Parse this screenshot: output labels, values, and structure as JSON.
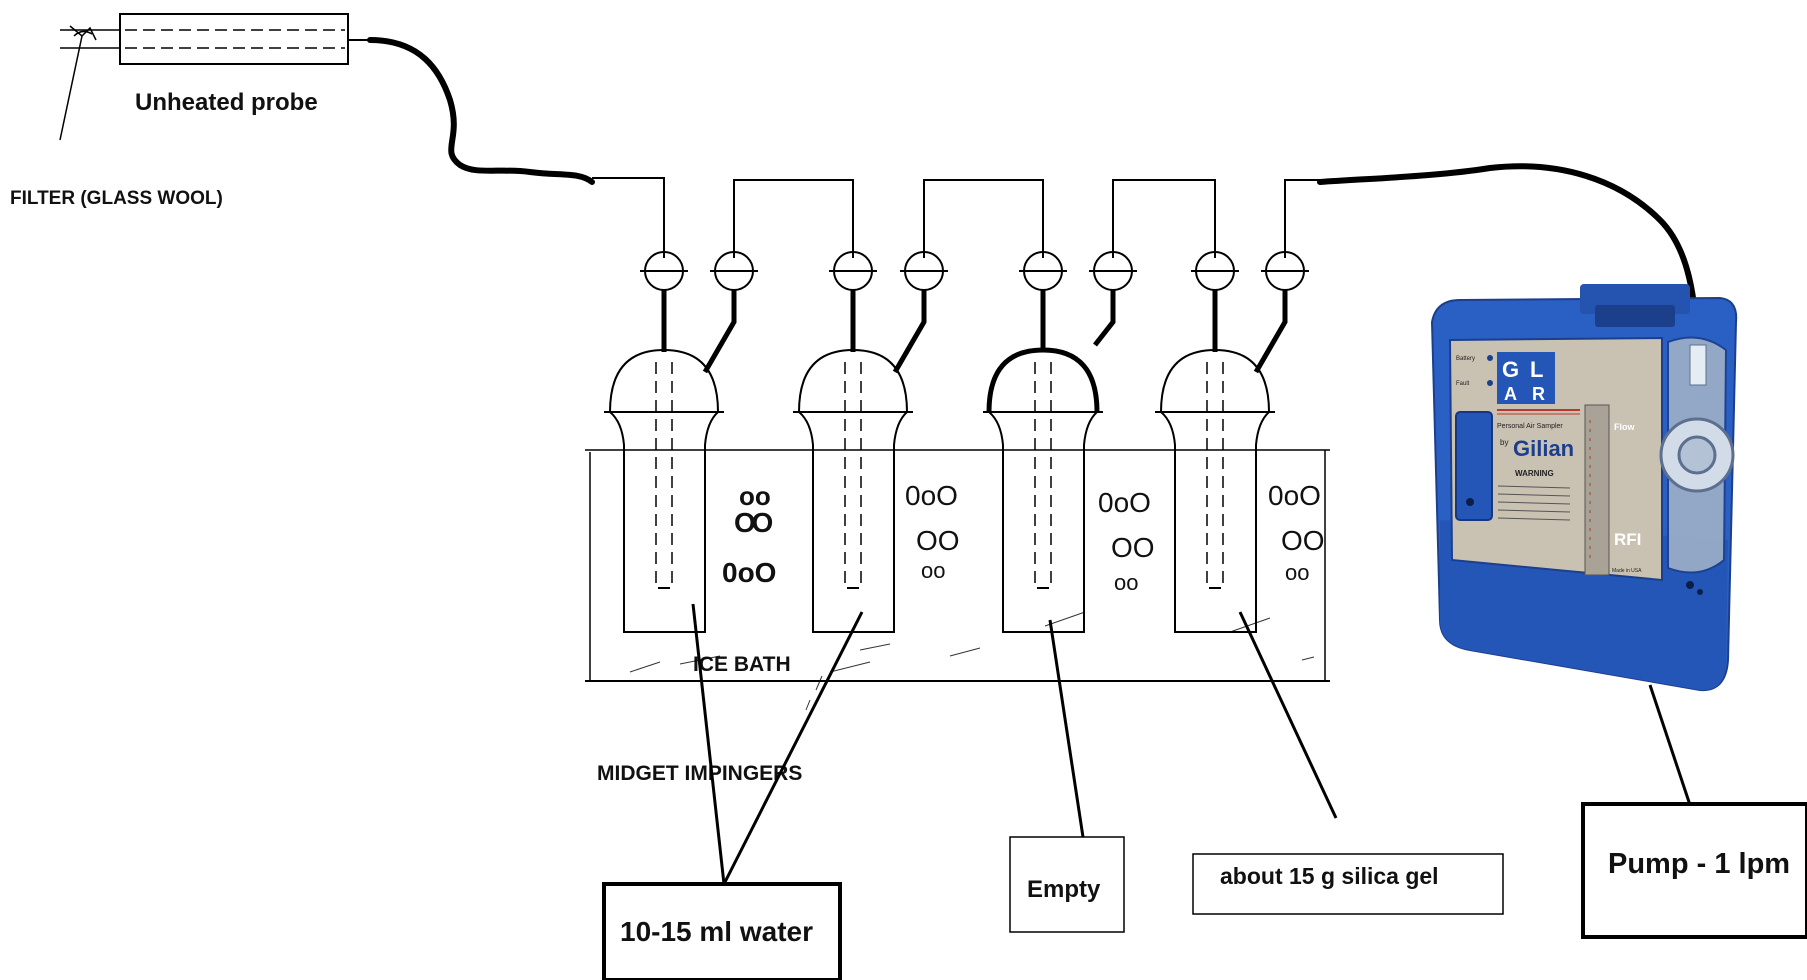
{
  "labels": {
    "probe": "Unheated probe",
    "filter": "FILTER (GLASS WOOL)",
    "ice_bath": "ICE BATH",
    "impingers": "MIDGET IMPINGERS",
    "water": "10-15 ml water",
    "empty": "Empty",
    "silica": "about 15 g silica gel",
    "pump": "Pump - 1 lpm"
  },
  "pump_device": {
    "brand_letters": [
      "G",
      "L",
      "A",
      "R"
    ],
    "subtitle": "Personal Air Sampler",
    "by": "by",
    "maker": "Gilian",
    "model": "RFI",
    "flow": "Flow",
    "battery": "Battery",
    "fault": "Fault",
    "warning": "WARNING",
    "made_in": "Made in USA"
  },
  "bubbles": {
    "b1": [
      "oo",
      "O O",
      "0oO"
    ],
    "b2": [
      "0oO",
      "OO",
      "oo"
    ],
    "b3": [
      "0oO",
      "OO",
      "oo"
    ],
    "b4": [
      "0oO",
      "OO",
      "oo"
    ]
  },
  "colors": {
    "line": "#000000",
    "pump_blue": "#2a5fc4",
    "pump_dark": "#1c3f8c",
    "pump_panel": "#c9c2b3"
  }
}
